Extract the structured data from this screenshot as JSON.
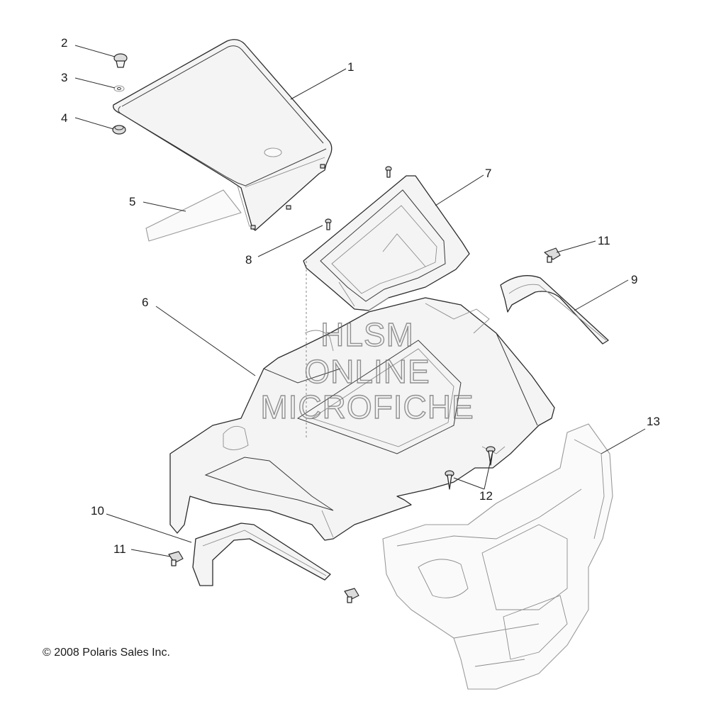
{
  "callouts": {
    "c1": "1",
    "c2": "2",
    "c3": "3",
    "c4": "4",
    "c5": "5",
    "c6": "6",
    "c7": "7",
    "c8": "8",
    "c9": "9",
    "c10": "10",
    "c11a": "11",
    "c11b": "11",
    "c12": "12",
    "c13": "13"
  },
  "watermark": {
    "line1": "HLSM",
    "line2": "ONLINE",
    "line3": "MICROFICHE"
  },
  "copyright": "© 2008 Polaris Sales Inc."
}
